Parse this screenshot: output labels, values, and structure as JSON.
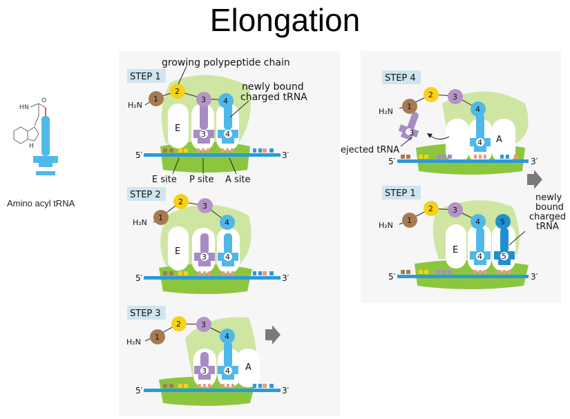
{
  "title": "Elongation",
  "amino_acyl_label": "Amino acyl tRNA",
  "amine_label": "H₂N",
  "five_prime": "5′",
  "three_prime": "3′",
  "e_label": "E",
  "a_label": "A",
  "annotations": {
    "growing_chain": "growing polypeptide chain",
    "newly_bound": [
      "newly bound",
      "charged tRNA"
    ],
    "newly_bound_right": [
      "newly",
      "bound",
      "charged",
      "tRNA"
    ],
    "e_site": "E site",
    "p_site": "P site",
    "a_site": "A site",
    "ejected": "ejected tRNA"
  },
  "steps": [
    {
      "label": "STEP 1"
    },
    {
      "label": "STEP 2"
    },
    {
      "label": "STEP 3"
    },
    {
      "label": "STEP 4"
    },
    {
      "label": "STEP 1"
    }
  ],
  "residues": [
    "1",
    "2",
    "3",
    "4",
    "5"
  ],
  "colors": {
    "ribosome_light": "#cfe6a3",
    "ribosome_dark": "#8cc63f",
    "mrna": "#2b9ad8",
    "aa1": "#a67b52",
    "aa2": "#f7d117",
    "aa3": "#b594c6",
    "aa4": "#4fb8e8",
    "aa5": "#1f8fcf",
    "trna_p": "#a78cc4",
    "trna_a": "#4fb8e8",
    "step_box": "#cfe4ef",
    "arrow": "#7a7a7a"
  }
}
